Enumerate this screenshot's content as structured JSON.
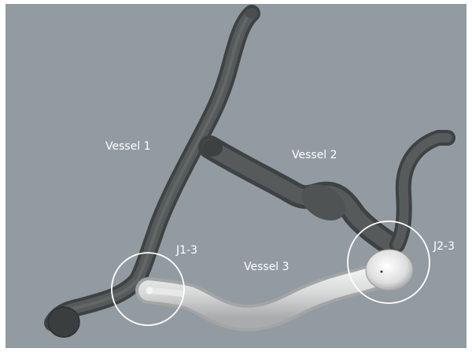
{
  "labels": {
    "vessel_1": "Vessel 1",
    "vessel_2": "Vessel 2",
    "vessel_3": "Vessel 3",
    "junction_1_3": "J1-3",
    "junction_2_3": "J2-3"
  },
  "colors": {
    "background": "#929ba1",
    "dark_vessel": "#4d5152",
    "light_vessel": "#d8d9d9",
    "label_text": "#ffffff",
    "junction_circle": "#ffffff"
  }
}
